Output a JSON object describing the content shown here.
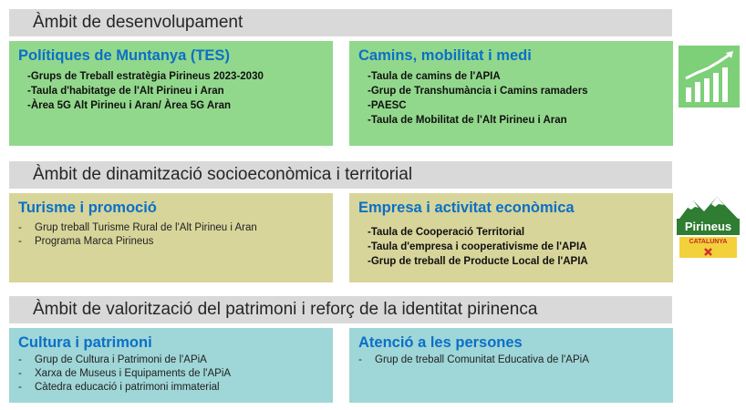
{
  "sections": [
    {
      "heading": "Àmbit de desenvolupament",
      "boxes": [
        {
          "title": "Polítiques de Muntanya (TES)",
          "items": [
            "-Grups de Treball estratègia Pirineus 2023-2030",
            "-Taula d'habitatge de l'Alt Pirineu i Aran",
            "-Àrea 5G Alt Pirineu i Aran/ Àrea 5G Aran"
          ]
        },
        {
          "title": "Camins, mobilitat i medi",
          "items": [
            "-Taula de camins de l'APIA",
            "-Grup de Transhumància i Camins ramaders",
            "-PAESC",
            "-Taula de Mobilitat de l'Alt Pirineu i Aran"
          ]
        }
      ]
    },
    {
      "heading": "Àmbit de dinamització socioeconòmica i territorial",
      "boxes": [
        {
          "title": "Turisme i promoció",
          "items": [
            "Grup treball Turisme Rural de l'Alt Pirineu  i Aran",
            "Programa Marca Pirineus"
          ]
        },
        {
          "title": "Empresa i activitat econòmica",
          "items": [
            "-Taula de Cooperació Territorial",
            "-Taula d'empresa i cooperativisme de l'APIA",
            "-Grup de treball de Producte Local de l'APIA"
          ]
        }
      ]
    },
    {
      "heading": "Àmbit de valorització del patrimoni i reforç de la identitat pirinenca",
      "boxes": [
        {
          "title": "Cultura i patrimoni",
          "items": [
            "Grup de Cultura i Patrimoni de l'APiA",
            "Xarxa de Museus i Equipaments de l'APiA",
            "Càtedra educació i patrimoni immaterial"
          ]
        },
        {
          "title": "Atenció a les persones",
          "items": [
            "Grup de treball Comunitat Educativa de l'APiA"
          ]
        }
      ]
    }
  ],
  "logo": {
    "top": "Pirineus",
    "bottom": "CATALUNYA"
  },
  "colors": {
    "header_bg": "#d9d9d9",
    "green_box": "#92d88c",
    "khaki_box": "#d7d59a",
    "teal_box": "#9fd6d7",
    "title_blue": "#0b6fc7",
    "growth_icon_bg": "#7dcf78",
    "logo_green": "#2e7d32",
    "logo_red": "#d32f2f",
    "logo_yellow": "#f2d13b"
  },
  "icons": [
    "growth-chart-icon",
    "pirineus-catalunya-logo"
  ]
}
